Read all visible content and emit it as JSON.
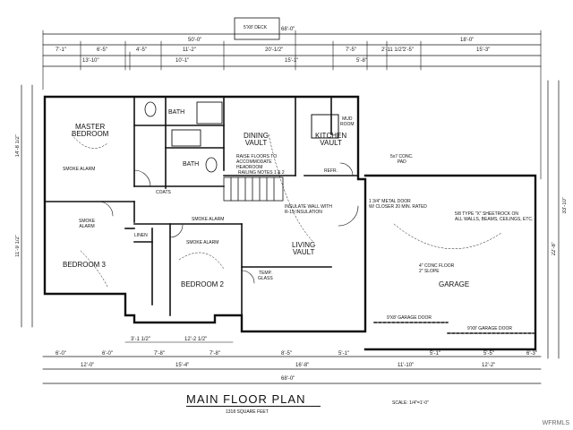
{
  "rooms": {
    "master_bedroom": "MASTER\nBEDROOM",
    "bath_1": "BATH",
    "bath_2": "BATH",
    "dining": "DINING\nVAULT",
    "kitchen": "KITCHEN\nVAULT",
    "mud_room": "MUD\nROOM",
    "living": "LIVING\nVAULT",
    "bedroom_3": "BEDROOM 3",
    "bedroom_2": "BEDROOM 2",
    "garage": "GARAGE",
    "linen": "LINEN",
    "coats": "COATS"
  },
  "notes": {
    "smoke_alarm_master": "SMOKE ALARM",
    "smoke_alarm_hall": "SMOKE\nALARM",
    "smoke_alarm_hall2": "SMOKE ALARM",
    "smoke_alarm_bed2": "SMOKE ALARM",
    "raise_floors": "RAISE FLOORS TO\nACCOMMODATE\nHEADROOM",
    "railing": "RAILING NOTES 1 & 2",
    "insulate": "INSULATE WALL WITH\nR-19 INSULATION",
    "metal_door": "1 3/4\" METAL DOOR\nW/ CLOSER 20 MIN. RATED",
    "sheetrock": "5/8 TYPE \"X\" SHEETROCK ON\nALL WALLS, BEAMS, CEILINGS, ETC.",
    "conc_floor": "4\" CONC FLOOR\n2\" SLOPE",
    "garage_door_1": "9'X8' GARAGE DOOR",
    "garage_door_2": "9'X8' GARAGE DOOR",
    "deck": "5'X8' DECK",
    "conc_pad": "5x7 CONC.\nPAD",
    "temp_glass": "TEMP.\nGLASS",
    "refr": "REFR."
  },
  "dimensions": {
    "top_overall": "68'-0\"",
    "top_left_a": "50'-0\"",
    "top_right_a": "18'-0\"",
    "top_row2": [
      "7'-1\"",
      "6'-5\"",
      "4'-5\"",
      "11'-2\"",
      "20'-1/2\"",
      "7'-5\"",
      "2'-11 1/2\"",
      "2'-5\"",
      "15'-3\""
    ],
    "top_row3": [
      "13'-10\"",
      "10'-1\"",
      "15'-1\"",
      "5'-8\""
    ],
    "bottom_row1": [
      "6'-0\"",
      "6'-0\"",
      "7'-8\"",
      "7'-8\"",
      "8'-5\"",
      "5'-1\"",
      "5'-1\"",
      "5'-5\"",
      "6'-3\""
    ],
    "bottom_row2": [
      "12'-0\"",
      "15'-4\"",
      "16'-8\"",
      "11'-10\"",
      "12'-2\""
    ],
    "bottom_overall": "68'-0\"",
    "bottom_mid": [
      "3'-1 1/2\"",
      "12'-2 1/2\""
    ],
    "left_col": [
      "14'-8 1/2\"",
      "11'-9 1/2\""
    ],
    "right_col": [
      "22'-8\"",
      "33'-10\""
    ]
  },
  "title": {
    "main": "MAIN FLOOR PLAN",
    "sqft": "1318 SQUARE FEET",
    "scale": "SCALE: 1/4\"=1'-0\""
  },
  "watermark": "WFRMLS"
}
